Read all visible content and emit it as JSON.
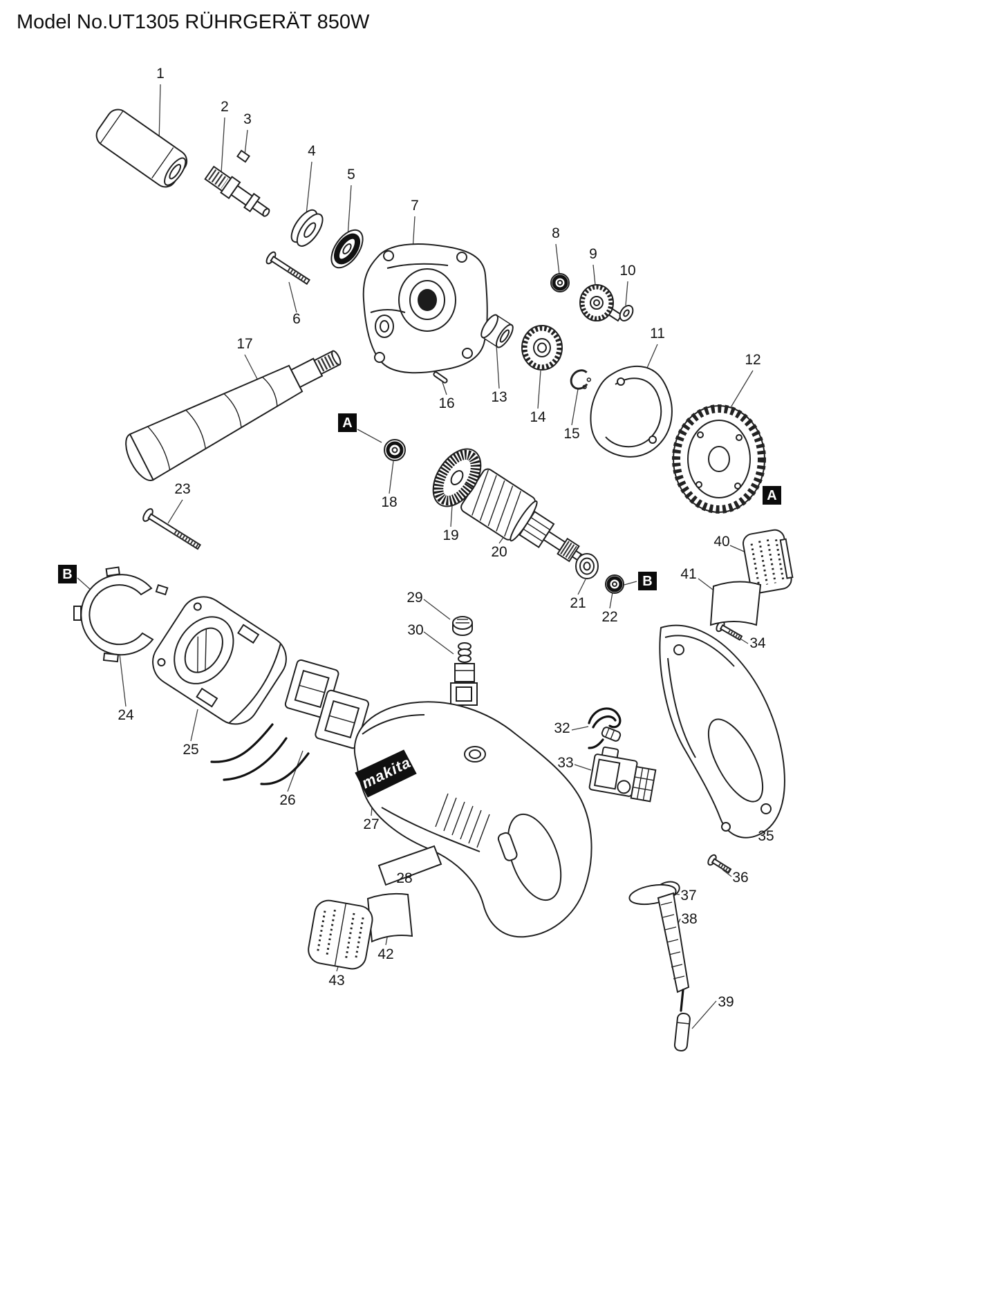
{
  "title": "Model No.UT1305 RÜHRGERÄT 850W",
  "logo": "makita",
  "markers": [
    "A",
    "A",
    "B",
    "B"
  ],
  "labels": [
    "1",
    "2",
    "3",
    "4",
    "5",
    "6",
    "7",
    "8",
    "9",
    "10",
    "11",
    "12",
    "13",
    "14",
    "15",
    "16",
    "17",
    "18",
    "19",
    "20",
    "21",
    "22",
    "23",
    "24",
    "25",
    "26",
    "27",
    "28",
    "29",
    "30",
    "32",
    "33",
    "34",
    "35",
    "36",
    "37",
    "38",
    "39",
    "40",
    "41",
    "42",
    "43"
  ]
}
